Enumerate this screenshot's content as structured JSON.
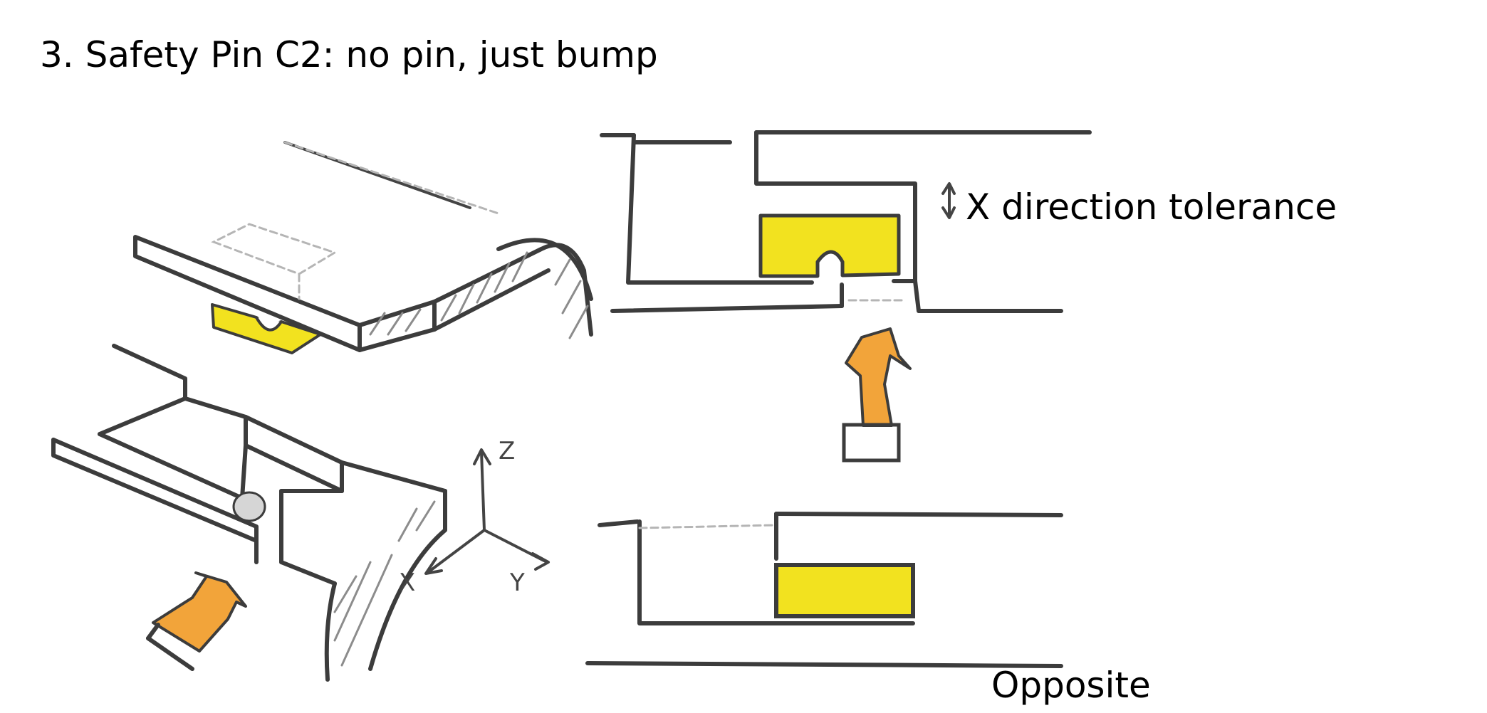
{
  "title": "3. Safety  Pin C2: no pin, just bump",
  "labels": {
    "tolerance": "X direction tolerance",
    "opposite": "Opposite"
  },
  "axes": {
    "z": "Z",
    "x": "X",
    "y": "Y"
  },
  "colors": {
    "yellow": "#f2e21f",
    "orange": "#f2a43a",
    "line": "#3c3c3c"
  }
}
